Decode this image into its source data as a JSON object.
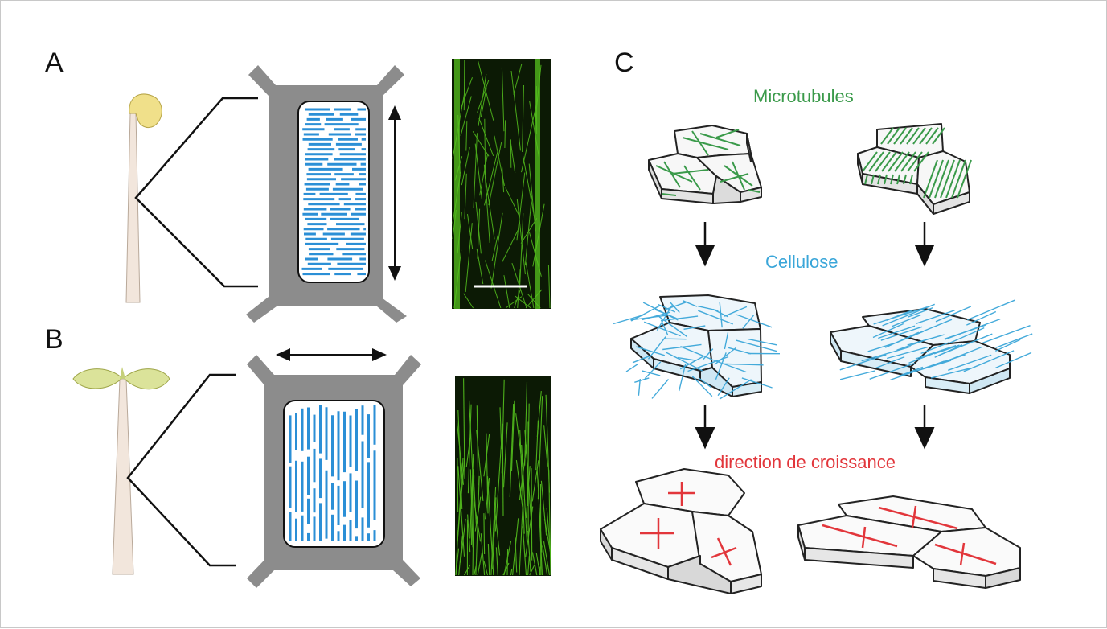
{
  "panels": {
    "a": {
      "letter": "A"
    },
    "b": {
      "letter": "B"
    },
    "c": {
      "letter": "C"
    }
  },
  "labels": {
    "microtubules": "Microtubules",
    "cellulose": "Cellulose",
    "growth_direction": "direction de croissance"
  },
  "colors": {
    "microtubule": "#3a9a4a",
    "cellulose": "#3aa6d9",
    "growth": "#e2363b",
    "cell_wall": "#8c8c8c",
    "cytoplasm_lines": "#2b8fd6",
    "micrograph_bg": "#0c1a05",
    "micrograph_fibers": "#55c21e",
    "seedling_hook": "#f0e08a",
    "seedling_cotyledon": "#dbe39a",
    "stem": "#f2e6dc"
  },
  "icons": {
    "elongation_arrow_a": "double-arrow-vertical",
    "elongation_arrow_b": "double-arrow-horizontal",
    "flow_arrows": "arrow-down"
  }
}
